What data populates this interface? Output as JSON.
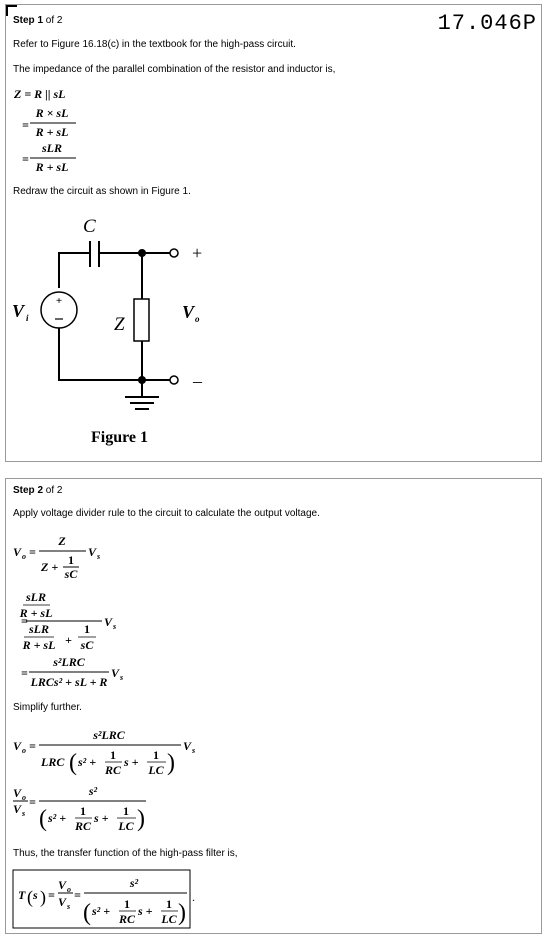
{
  "problem_code": "17.046P",
  "step1": {
    "heading_bold": "Step 1",
    "heading_rest": " of 2",
    "line1": "Refer to Figure 16.18(c) in the textbook for the high-pass circuit.",
    "line2": "The impedance of the parallel combination of the resistor and inductor is,",
    "line3": "Redraw the circuit as shown in Figure 1.",
    "eq": {
      "lhs": "Z = R || sL",
      "a_num": "R × sL",
      "a_den": "R + sL",
      "b_num": "sLR",
      "b_den": "R + sL"
    },
    "figure": {
      "cap_label": "C",
      "source_label": "V",
      "source_sub": "i",
      "z_label": "Z",
      "out_label": "V",
      "out_sub": "o",
      "plus": "+",
      "minus": "–",
      "caption": "Figure 1"
    }
  },
  "step2": {
    "heading_bold": "Step 2",
    "heading_rest": " of 2",
    "line1": "Apply voltage divider rule to the circuit to calculate the output voltage.",
    "line2": "Simplify further.",
    "line3": "Thus, the transfer function of the high-pass filter is,",
    "tail": "."
  }
}
